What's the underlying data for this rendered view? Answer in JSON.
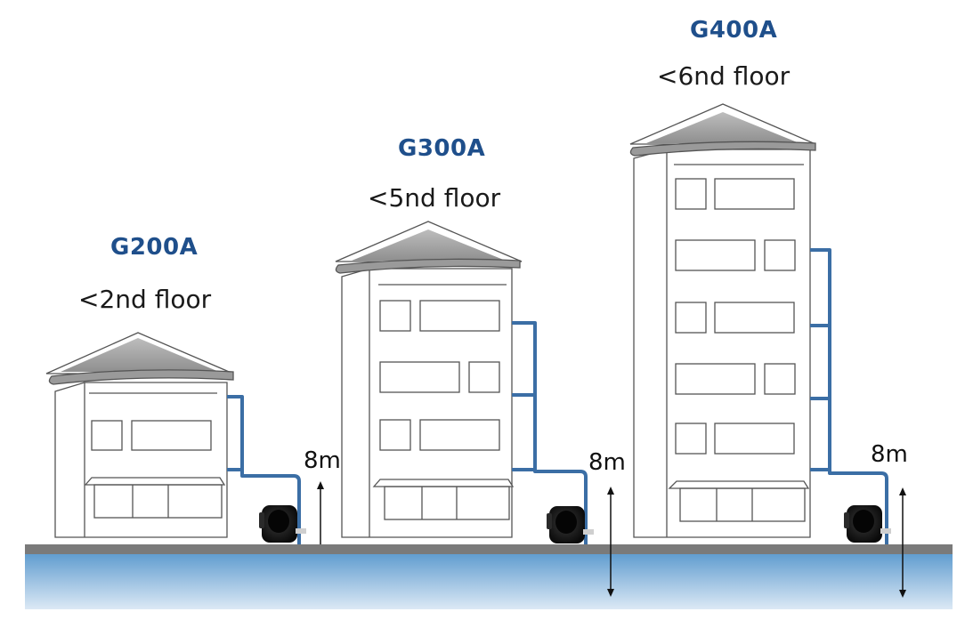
{
  "colors": {
    "model_label": "#1f4f8b",
    "pipe": "#3b6ea5",
    "ground": "#7a7a7a",
    "water_top": "#5f9ccf",
    "water_bottom": "#d9e8f4",
    "roof_fill": "#a8a8a8"
  },
  "buildings": [
    {
      "model": "G200A",
      "floor_limit": "<2nd floor",
      "depth": "8m"
    },
    {
      "model": "G300A",
      "floor_limit": "<5nd floor",
      "depth": "8m"
    },
    {
      "model": "G400A",
      "floor_limit": "<6nd floor",
      "depth": "8m"
    }
  ],
  "icons": [
    "pump-icon",
    "double-arrow-icon"
  ]
}
